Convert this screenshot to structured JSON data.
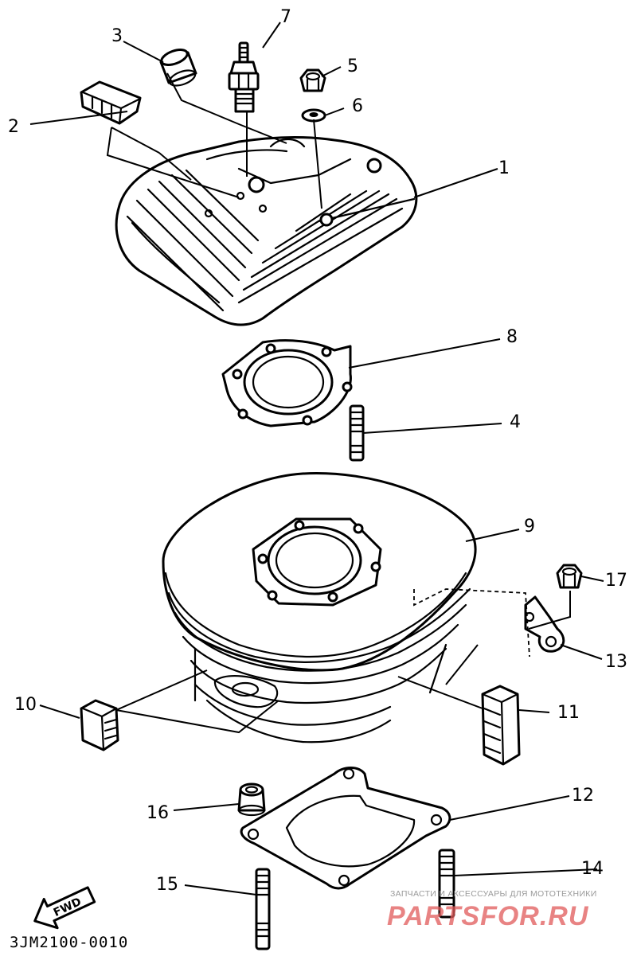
{
  "diagram": {
    "part_code": "3JM2100-0010",
    "fwd_label": "FWD",
    "callouts": {
      "c1": "1",
      "c2": "2",
      "c3": "3",
      "c4": "4",
      "c5": "5",
      "c6": "6",
      "c7": "7",
      "c8": "8",
      "c9": "9",
      "c10": "10",
      "c11": "11",
      "c12": "12",
      "c13": "13",
      "c14": "14",
      "c15": "15",
      "c16": "16",
      "c17": "17"
    }
  },
  "watermark": {
    "tagline": "ЗАПЧАСТИ И АКСЕССУАРЫ ДЛЯ МОТОТЕХНИКИ",
    "brand": "PARTSFOR.RU",
    "color": "#e05a5a"
  }
}
